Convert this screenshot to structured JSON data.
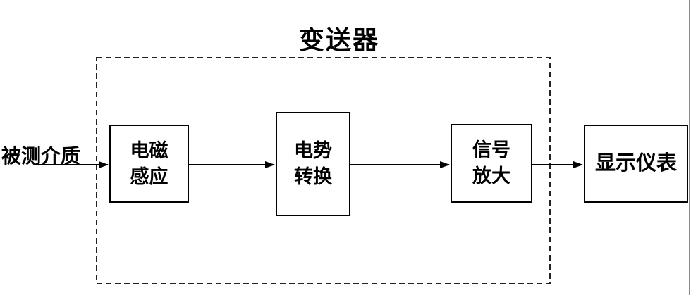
{
  "diagram": {
    "title": "变送器",
    "source_label": "被测介质",
    "blocks": [
      {
        "line1": "电磁",
        "line2": "感应"
      },
      {
        "line1": "电势",
        "line2": "转换"
      },
      {
        "line1": "信号",
        "line2": "放大"
      },
      {
        "line1": "显示仪表",
        "line2": ""
      }
    ],
    "flow": [
      "被测介质 → 电磁感应",
      "电磁感应 → 电势转换",
      "电势转换 → 信号放大",
      "信号放大 → 显示仪表"
    ],
    "colors": {
      "line": "#000000",
      "boundary_dash": "#222222",
      "background": "#ffffff",
      "edge_artifact": "#8c8c8c"
    }
  }
}
